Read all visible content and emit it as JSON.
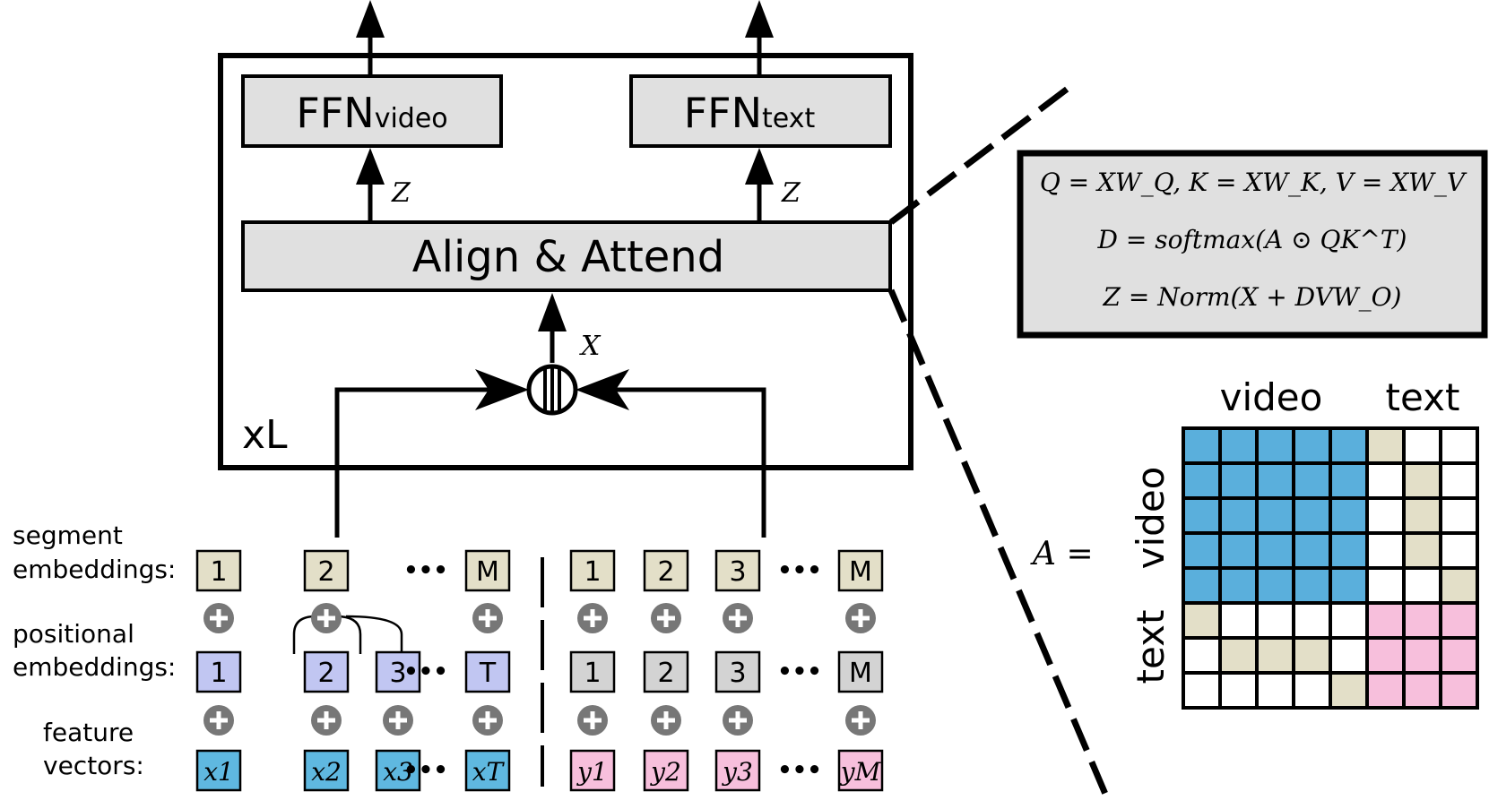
{
  "block": {
    "ffn_video": {
      "main": "FFN",
      "sub": "video"
    },
    "ffn_text": {
      "main": "FFN",
      "sub": "text"
    },
    "align_attend": "Align & Attend",
    "z_label": "Z",
    "x_label": "X",
    "repeat_label": "xL"
  },
  "equations": {
    "line1": "Q = XW_Q, K = XW_K, V = XW_V",
    "line2": "D = softmax(A ⊙ QK^T)",
    "line3": "Z = Norm(X + DVW_O)"
  },
  "matrix": {
    "lhs": "A =",
    "col_header_video": "video",
    "col_header_text": "text",
    "row_header_video": "video",
    "row_header_text": "text",
    "grid": [
      [
        "b",
        "b",
        "b",
        "b",
        "b",
        "t",
        "w",
        "w"
      ],
      [
        "b",
        "b",
        "b",
        "b",
        "b",
        "w",
        "t",
        "w"
      ],
      [
        "b",
        "b",
        "b",
        "b",
        "b",
        "w",
        "t",
        "w"
      ],
      [
        "b",
        "b",
        "b",
        "b",
        "b",
        "w",
        "t",
        "w"
      ],
      [
        "b",
        "b",
        "b",
        "b",
        "b",
        "w",
        "w",
        "t"
      ],
      [
        "t",
        "w",
        "w",
        "w",
        "w",
        "p",
        "p",
        "p"
      ],
      [
        "w",
        "t",
        "t",
        "t",
        "w",
        "p",
        "p",
        "p"
      ],
      [
        "w",
        "w",
        "w",
        "w",
        "t",
        "p",
        "p",
        "p"
      ]
    ],
    "colors": {
      "b": "#5aafdc",
      "t": "#e3dfc8",
      "w": "#ffffff",
      "p": "#f7bfdc"
    }
  },
  "rows": {
    "segment": {
      "label1": "segment",
      "label2": "embeddings:",
      "video": [
        "1",
        "2",
        "M"
      ],
      "text": [
        "1",
        "2",
        "3",
        "M"
      ]
    },
    "positional": {
      "label1": "positional",
      "label2": "embeddings:",
      "video": [
        "1",
        "2",
        "3",
        "T"
      ],
      "text": [
        "1",
        "2",
        "3",
        "M"
      ]
    },
    "feature": {
      "label1": "feature",
      "label2": "vectors:",
      "video": [
        "x1",
        "x2",
        "x3",
        "xT"
      ],
      "text": [
        "y1",
        "y2",
        "y3",
        "yM"
      ]
    },
    "ellipsis": "•••"
  },
  "colors": {
    "box_fill": "#e0e0e0",
    "segment_fill": "#e3dfc8",
    "positional_video_fill": "#c1c6f2",
    "positional_text_fill": "#d3d3d3",
    "feature_video_fill": "#5fb8e0",
    "feature_text_fill": "#f7bfdc",
    "plus_fill": "#777777"
  }
}
